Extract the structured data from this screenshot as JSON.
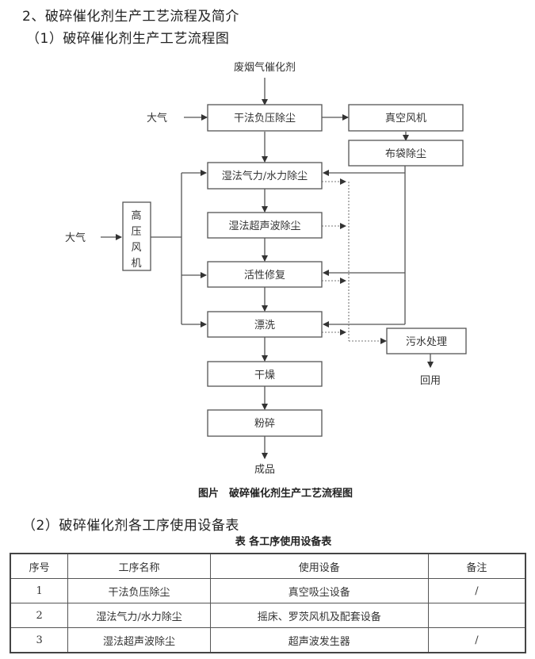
{
  "headings": {
    "section": "2、破碎催化剂生产工艺流程及简介",
    "sub1": "（1）破碎催化剂生产工艺流程图",
    "sub2": "（2）破碎催化剂各工序使用设备表"
  },
  "flowchart": {
    "input_top": "废烟气催化剂",
    "air_left_1": "大气",
    "air_left_2": "大气",
    "boxes": {
      "dry_dust": "干法负压除尘",
      "vacuum_fan": "真空风机",
      "bag_dust": "布袋除尘",
      "wet_air_water": "湿法气力/水力除尘",
      "wet_ultrasonic": "湿法超声波除尘",
      "activation": "活性修复",
      "rinse": "漂洗",
      "drying": "干燥",
      "crushing": "粉碎",
      "sewage": "污水处理",
      "hp_fan_chars": [
        "高",
        "压",
        "风",
        "机"
      ]
    },
    "outputs": {
      "product": "成品",
      "reuse": "回用"
    },
    "caption": "图片　破碎催化剂生产工艺流程图"
  },
  "table": {
    "caption": "表  各工序使用设备表",
    "headers": [
      "序号",
      "工序名称",
      "使用设备",
      "备注"
    ],
    "rows": [
      [
        "1",
        "干法负压除尘",
        "真空吸尘设备",
        "/"
      ],
      [
        "2",
        "湿法气力/水力除尘",
        "摇床、罗茨风机及配套设备",
        ""
      ],
      [
        "3",
        "湿法超声波除尘",
        "超声波发生器",
        "/"
      ]
    ]
  }
}
